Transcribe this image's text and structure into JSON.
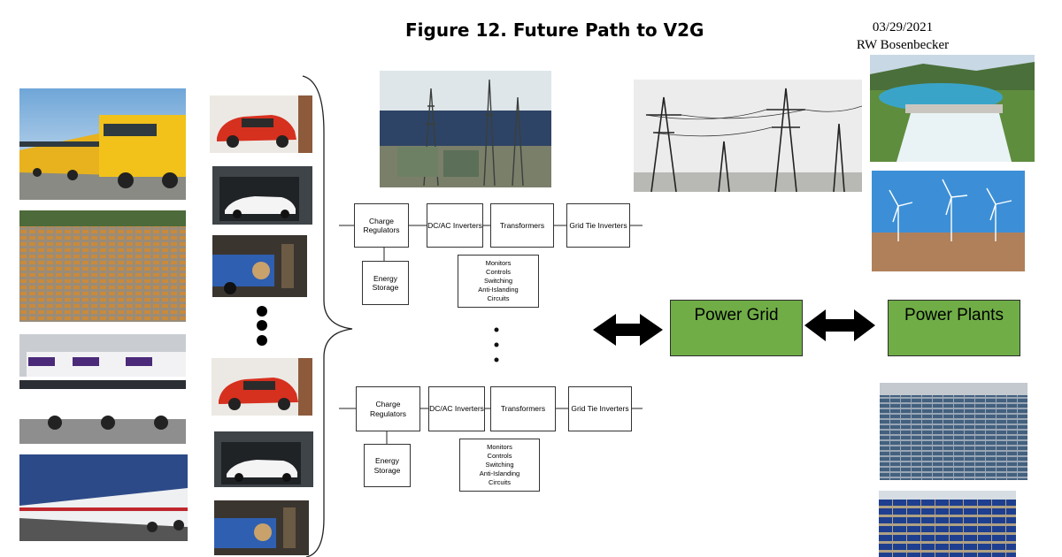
{
  "header": {
    "title": "Figure 12. Future Path to V2G",
    "date": "03/29/2021",
    "author": "RW Bosenbecker"
  },
  "converter_chain": {
    "charge_regulators": "Charge Regulators",
    "dcac_inverters": "DC/AC Inverters",
    "transformers": "Transformers",
    "grid_tie_inverters": "Grid Tie Inverters",
    "energy_storage": "Energy Storage",
    "controls": [
      "Monitors",
      "Controls",
      "Switching",
      "Anti-Islanding",
      "Circuits"
    ]
  },
  "grid": {
    "power_grid": "Power Grid",
    "power_plants": "Power Plants"
  },
  "colors": {
    "green_box": "#70ad47",
    "arrow": "#000000"
  }
}
